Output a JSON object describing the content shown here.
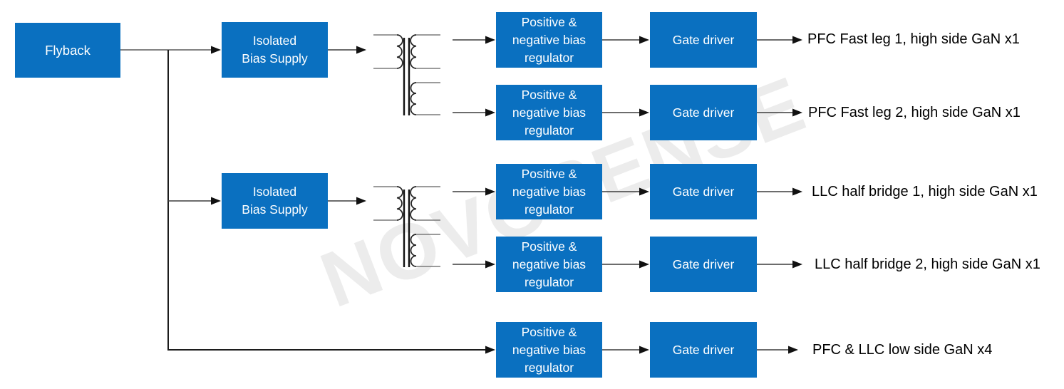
{
  "watermark": {
    "text": "NOVOSENSE"
  },
  "colors": {
    "block_fill": "#0a70c0",
    "block_text": "#ffffff",
    "connector": "#1c1c1c",
    "output_label_text": "#000000",
    "watermark_gray": "#ececec"
  },
  "flyback": {
    "label": "Flyback"
  },
  "bias_supplies": [
    {
      "label": "Isolated\nBias Supply"
    },
    {
      "label": "Isolated\nBias Supply"
    }
  ],
  "rows": [
    {
      "regulator": "Positive &\nnegative bias\nregulator",
      "driver": "Gate driver",
      "output": "PFC Fast leg 1, high side GaN x1"
    },
    {
      "regulator": "Positive &\nnegative bias\nregulator",
      "driver": "Gate driver",
      "output": "PFC Fast leg 2, high side GaN x1"
    },
    {
      "regulator": "Positive &\nnegative bias\nregulator",
      "driver": "Gate driver",
      "output": "LLC half bridge 1, high side GaN x1"
    },
    {
      "regulator": "Positive &\nnegative bias\nregulator",
      "driver": "Gate driver",
      "output": "LLC half bridge 2, high side GaN x1"
    },
    {
      "regulator": "Positive &\nnegative bias\nregulator",
      "driver": "Gate driver",
      "output": "PFC & LLC low side GaN x4"
    }
  ]
}
